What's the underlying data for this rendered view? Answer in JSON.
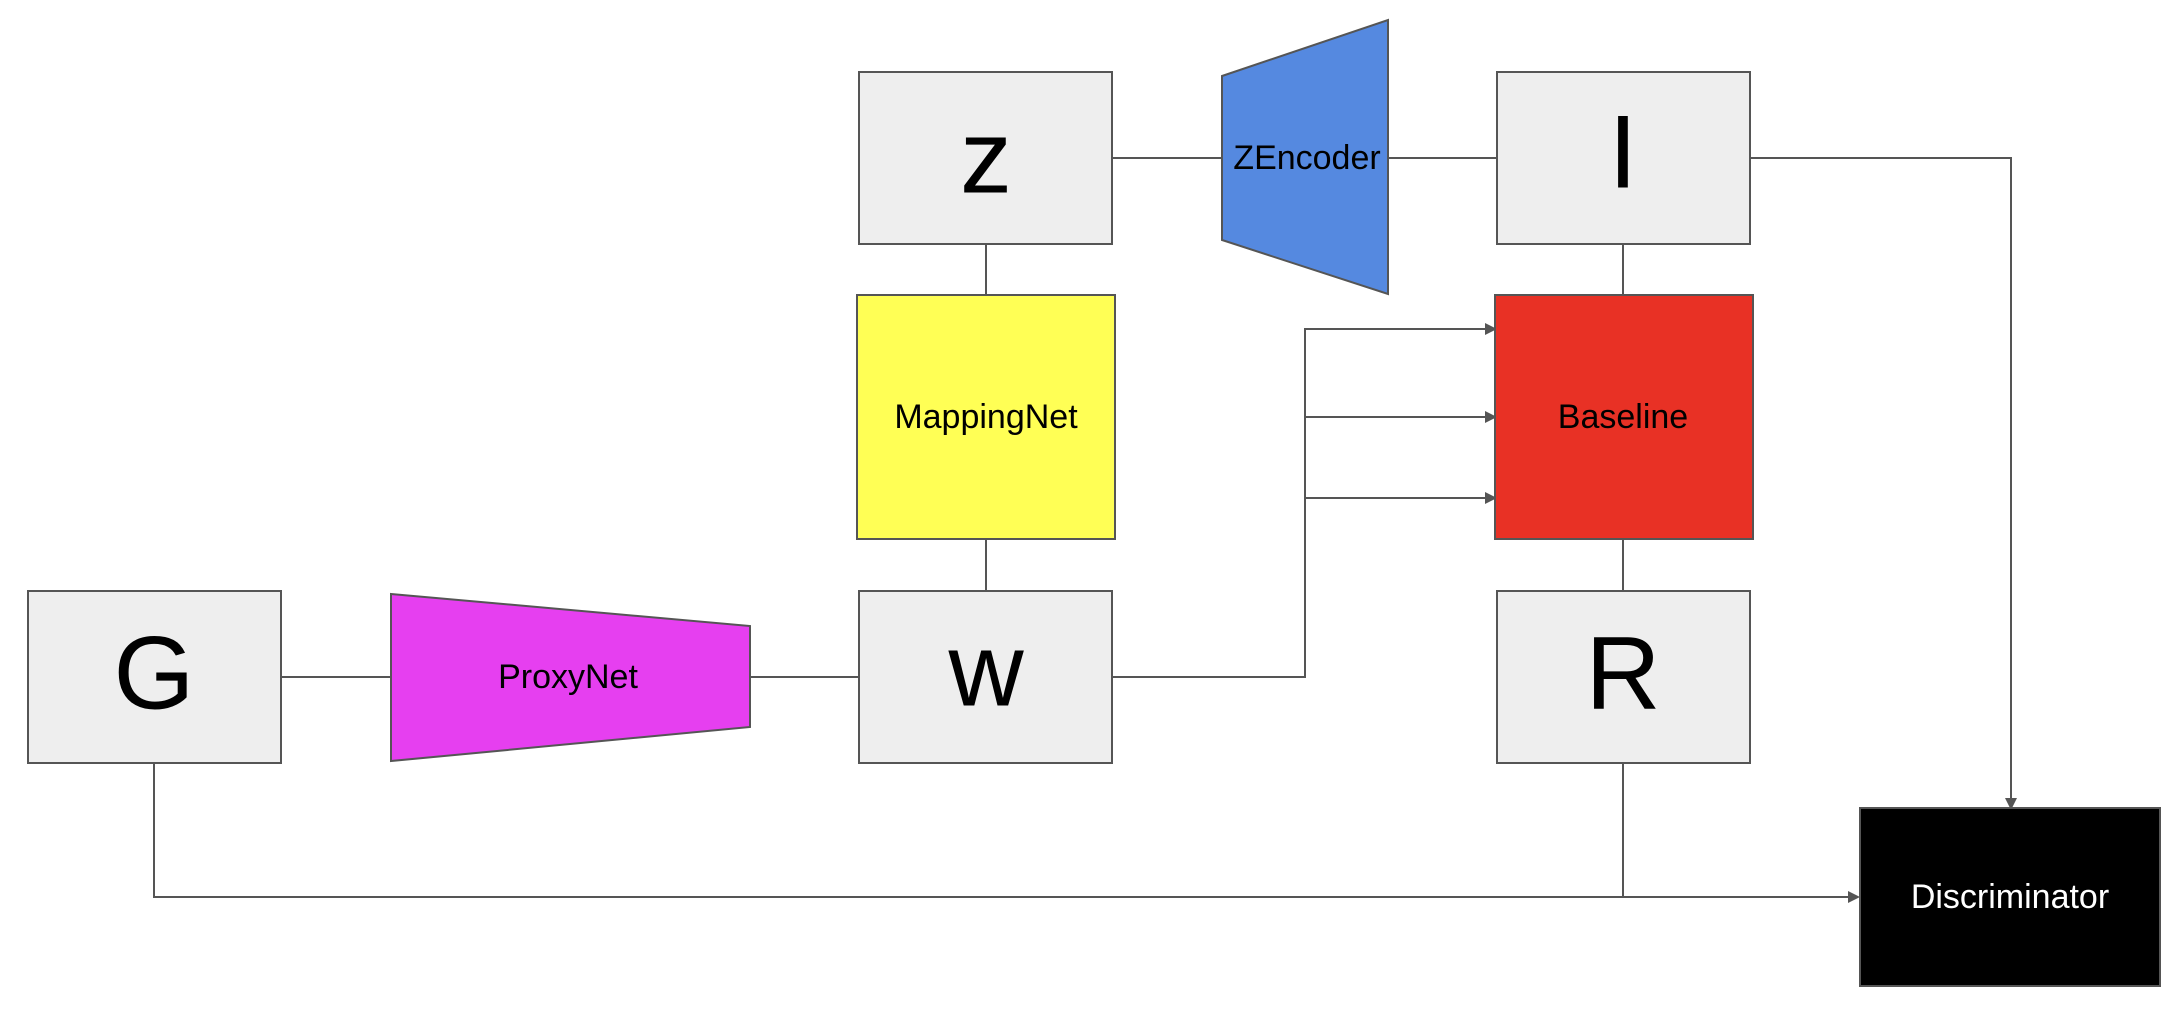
{
  "nodes": {
    "z": {
      "label": "z"
    },
    "i": {
      "label": "I"
    },
    "g": {
      "label": "G"
    },
    "w": {
      "label": "w"
    },
    "r": {
      "label": "R"
    },
    "zencoder": {
      "label": "ZEncoder"
    },
    "mappingnet": {
      "label": "MappingNet"
    },
    "proxynet": {
      "label": "ProxyNet"
    },
    "baseline": {
      "label": "Baseline"
    },
    "discriminator": {
      "label": "Discriminator"
    }
  },
  "colors": {
    "box_fill": "#eeeeee",
    "box_stroke": "#555555",
    "zencoder": "#5589e0",
    "mappingnet": "#ffff55",
    "proxynet": "#e63ff0",
    "baseline": "#e83125",
    "discriminator": "#000000",
    "edge": "#555555"
  }
}
